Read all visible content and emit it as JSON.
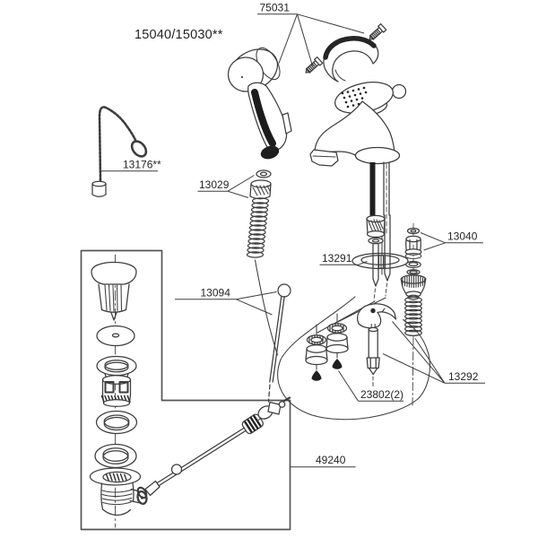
{
  "diagram": {
    "title": "15040/15030**",
    "callouts": {
      "c75031": "75031",
      "c13176": "13176**",
      "c13029": "13029",
      "c13040": "13040",
      "c13291": "13291",
      "c13094": "13094",
      "c13292": "13292",
      "c23802": "23802(2)",
      "c49240": "49240"
    },
    "colors": {
      "line": "#3d3d3d",
      "label_text": "#242424",
      "box_line": "#555555",
      "dark_fill": "#1f1f1f",
      "background": "#ffffff"
    }
  }
}
